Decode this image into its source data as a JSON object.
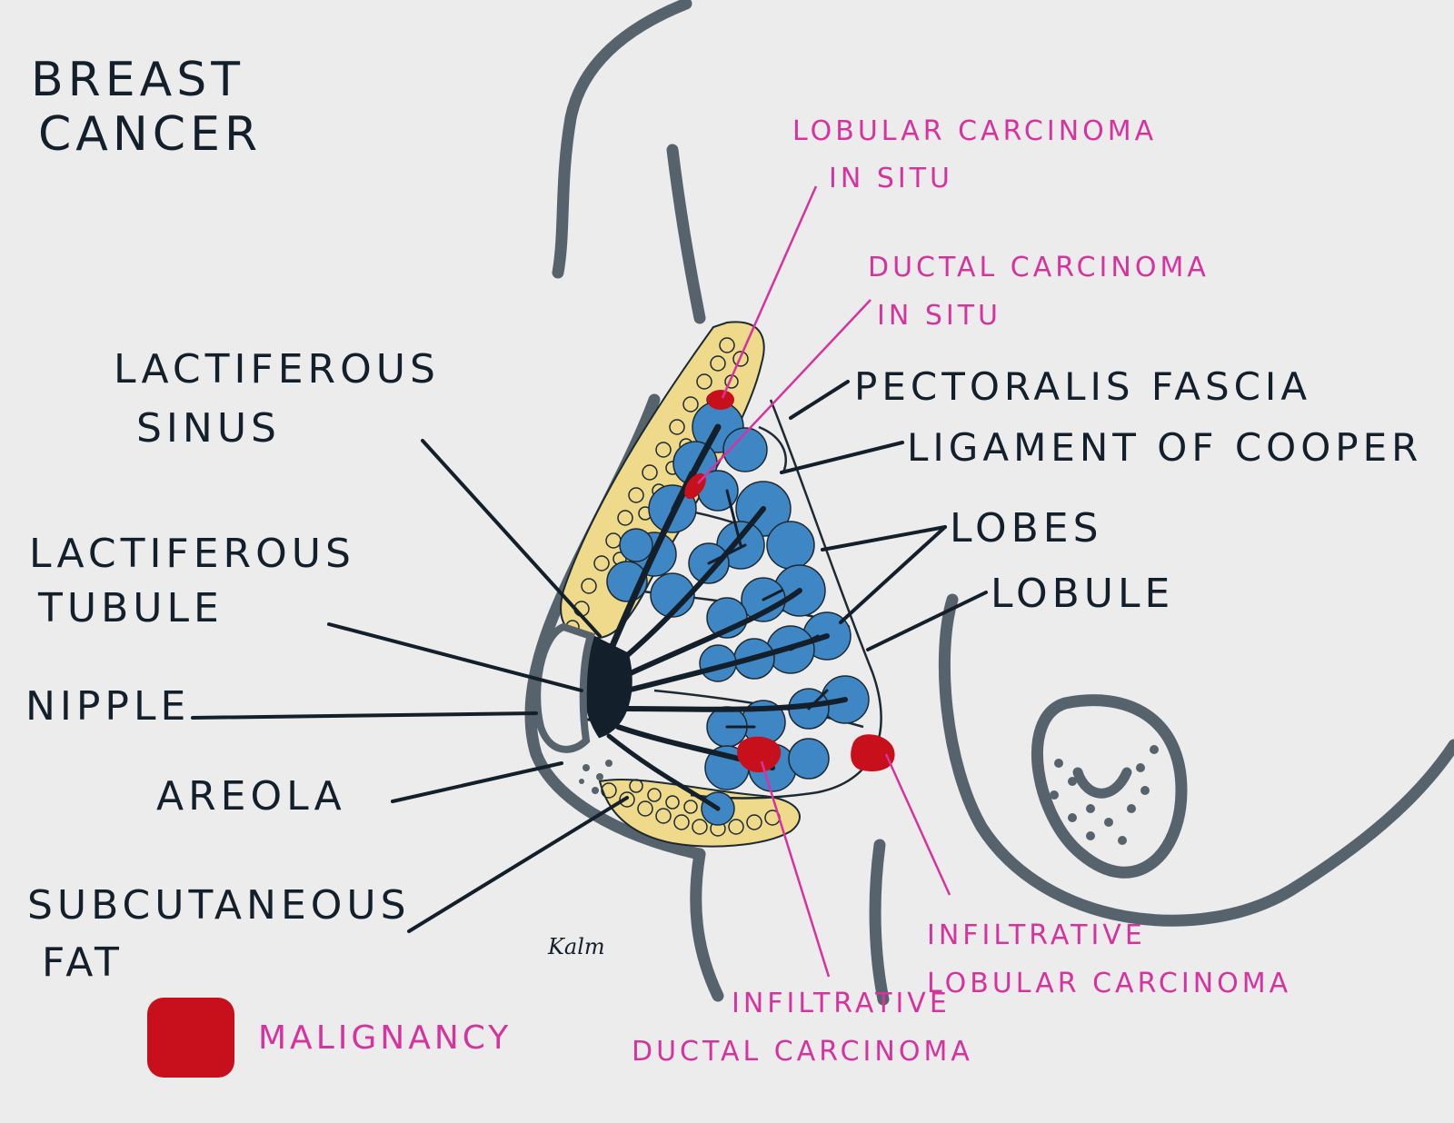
{
  "title": {
    "line1": "BREAST",
    "line2": "CANCER"
  },
  "labels": {
    "lactiferous_sinus": {
      "line1": "LACTIFEROUS",
      "line2": "SINUS"
    },
    "lactiferous_tubule": {
      "line1": "LACTIFEROUS",
      "line2": "TUBULE"
    },
    "nipple": "NIPPLE",
    "areola": "AREOLA",
    "subcutaneous_fat": {
      "line1": "SUBCUTANEOUS",
      "line2": "FAT"
    },
    "pectoralis_fascia": "PECTORALIS FASCIA",
    "ligament_of_cooper": "LIGAMENT OF COOPER",
    "lobes": "LOBES",
    "lobule": "LOBULE"
  },
  "malignancy_labels": {
    "lobular_carcinoma_in_situ": {
      "line1": "LOBULAR CARCINOMA",
      "line2": "IN SITU"
    },
    "ductal_carcinoma_in_situ": {
      "line1": "DUCTAL CARCINOMA",
      "line2": "IN SITU"
    },
    "infiltrative_lobular_carcinoma": {
      "line1": "INFILTRATIVE",
      "line2": "LOBULAR CARCINOMA"
    },
    "infiltrative_ductal_carcinoma": {
      "line1": "INFILTRATIVE",
      "line2": "DUCTAL CARCINOMA"
    }
  },
  "legend": {
    "label": "MALIGNANCY"
  },
  "signature": "Kalm",
  "colors": {
    "background": "#ececec",
    "body_outline": "#56636d",
    "label_ink": "#13202b",
    "malignancy_label": "#d6339f",
    "malignancy": "#c8101d",
    "lobule": "#3f86c4",
    "fat": "#efd98a"
  }
}
